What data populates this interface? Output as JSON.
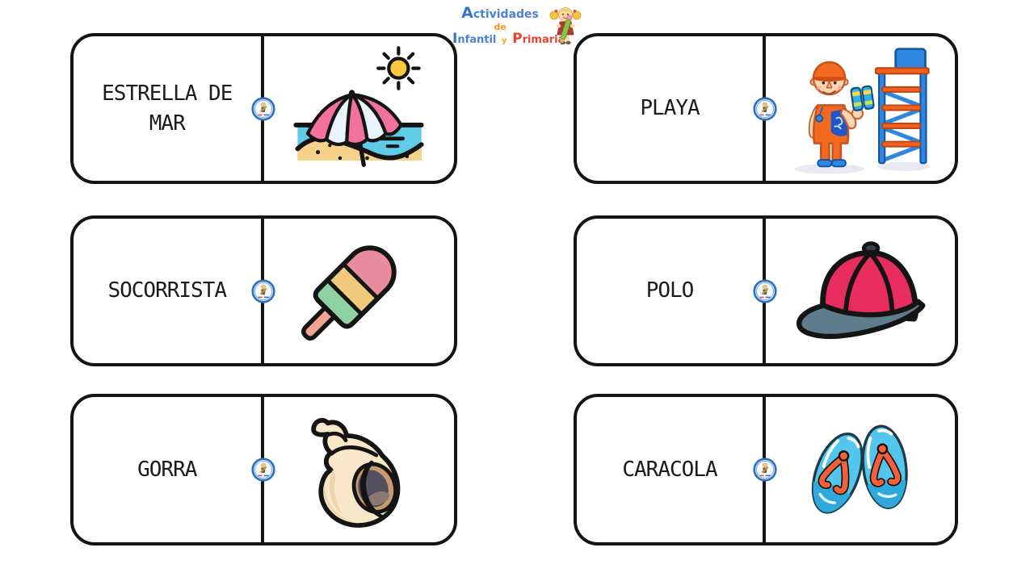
{
  "logo": {
    "word1": "Actividades",
    "word2": "de",
    "word3": "Infantil",
    "word4": "y",
    "word5": "Primaria"
  },
  "cards": [
    {
      "word": "ESTRELLA DE MAR",
      "icon": "beach-umbrella-icon"
    },
    {
      "word": "PLAYA",
      "icon": "lifeguard-tower-icon"
    },
    {
      "word": "SOCORRISTA",
      "icon": "ice-pop-icon"
    },
    {
      "word": "POLO",
      "icon": "cap-icon"
    },
    {
      "word": "GORRA",
      "icon": "seashell-icon"
    },
    {
      "word": "CARACOLA",
      "icon": "flip-flops-icon"
    }
  ],
  "colors": {
    "card_border": "#141414",
    "word_text": "#1b1b1b",
    "badge_ring": "#2f6fbe",
    "logo_blue": "#4a82d8",
    "logo_orange": "#f7941d",
    "logo_red": "#e8432e",
    "umbrella_pink": "#f2729e",
    "sun_yellow": "#ffc83d",
    "sea_cyan": "#5fcbe4",
    "sand_tan": "#f6d389",
    "pop_pink": "#e78d9f",
    "pop_yellow": "#f0c97c",
    "pop_green": "#8fd1a0",
    "pop_stick": "#f2a592",
    "cap_red": "#e82c5e",
    "cap_brim": "#5f7c8c",
    "shell_cream": "#f8e7c9",
    "flipflop_cyan": "#53c6ee",
    "strap_orange": "#f2603c",
    "lifeguard_orange": "#f2691f",
    "tower_blue": "#2e86e0"
  }
}
